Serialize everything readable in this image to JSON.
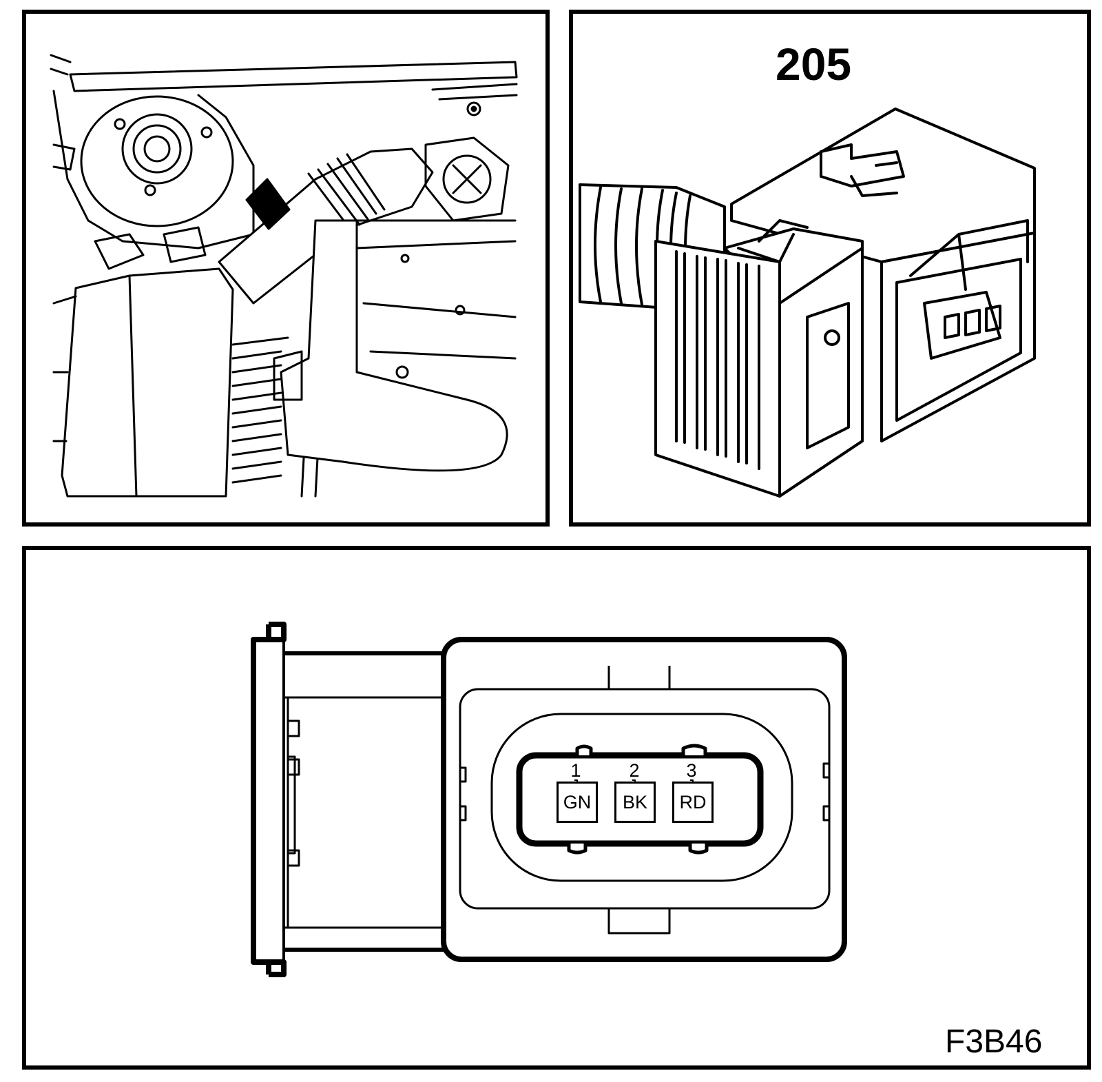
{
  "figure_id": "F3B46",
  "connector": {
    "number": "205",
    "pins": [
      {
        "number": "1",
        "wire_color": "GN"
      },
      {
        "number": "2",
        "wire_color": "BK"
      },
      {
        "number": "3",
        "wire_color": "RD"
      }
    ]
  }
}
